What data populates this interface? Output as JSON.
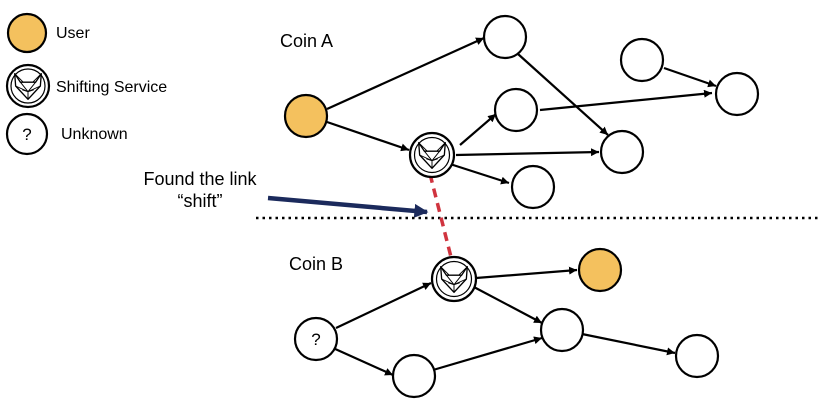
{
  "legend": {
    "user": "User",
    "service": "Shifting Service",
    "unknown_symbol": "?",
    "unknown": "Unknown"
  },
  "regions": {
    "coin_a": "Coin  A",
    "coin_b": "Coin  B"
  },
  "annotation": {
    "line1": "Found the link",
    "line2": "“shift”"
  },
  "nodes": {
    "b_unknown_symbol": "?"
  },
  "colors": {
    "user_fill": "#F4C15E",
    "stroke": "#000000",
    "link": "#D0343F",
    "annotation_arrow": "#1B2A5C"
  },
  "icons": {
    "service": "fox-head-icon"
  }
}
